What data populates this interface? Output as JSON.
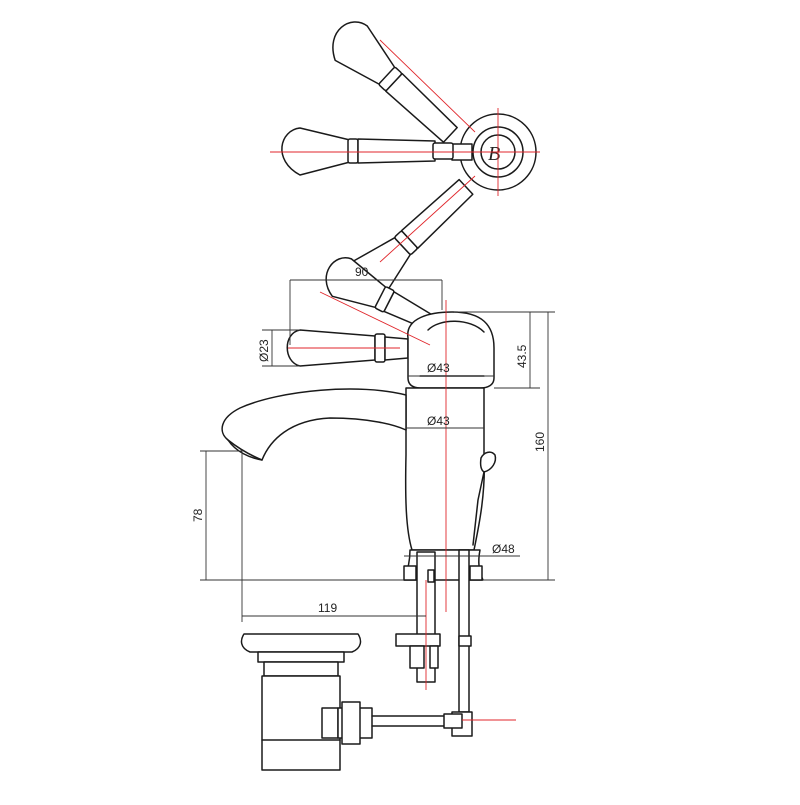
{
  "dimensions": {
    "width_overall": "90",
    "handle_diameter": "Ø23",
    "head_diameter": "Ø43",
    "body_diameter": "Ø43",
    "head_height": "43.5",
    "total_height": "160",
    "spout_height": "78",
    "spout_reach": "119",
    "base_diameter": "Ø48"
  },
  "colors": {
    "outline": "#1a1a1a",
    "centerline": "#e0262b",
    "dimension": "#333333"
  }
}
